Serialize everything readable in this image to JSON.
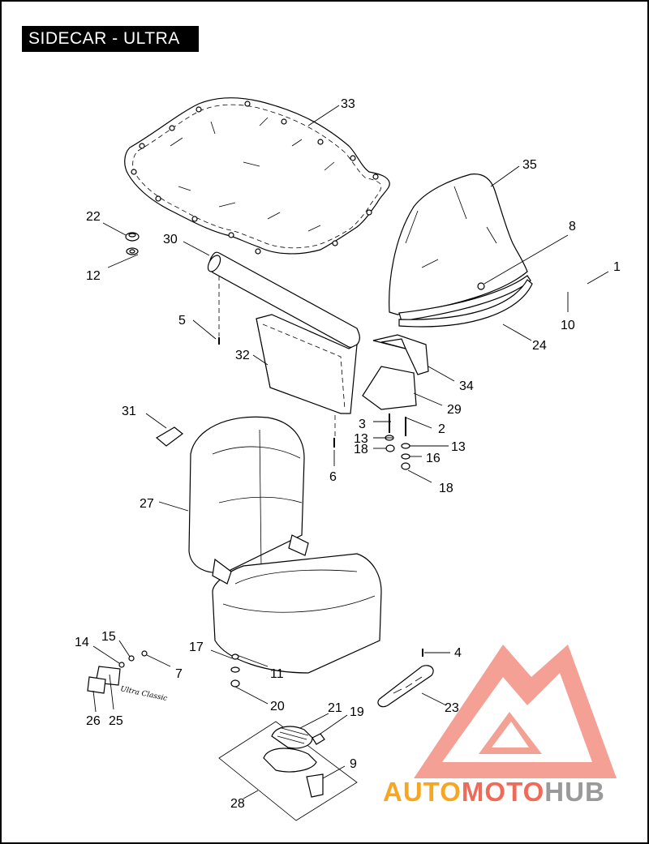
{
  "title": "SIDECAR - ULTRA",
  "callouts": [
    {
      "label": "1"
    },
    {
      "label": "2"
    },
    {
      "label": "3"
    },
    {
      "label": "4"
    },
    {
      "label": "5"
    },
    {
      "label": "6"
    },
    {
      "label": "7"
    },
    {
      "label": "8"
    },
    {
      "label": "9"
    },
    {
      "label": "10"
    },
    {
      "label": "11"
    },
    {
      "label": "12"
    },
    {
      "label": "13"
    },
    {
      "label": "13"
    },
    {
      "label": "14"
    },
    {
      "label": "15"
    },
    {
      "label": "16"
    },
    {
      "label": "17"
    },
    {
      "label": "18"
    },
    {
      "label": "18"
    },
    {
      "label": "19"
    },
    {
      "label": "20"
    },
    {
      "label": "21"
    },
    {
      "label": "22"
    },
    {
      "label": "23"
    },
    {
      "label": "24"
    },
    {
      "label": "25"
    },
    {
      "label": "26"
    },
    {
      "label": "27"
    },
    {
      "label": "28"
    },
    {
      "label": "29"
    },
    {
      "label": "30"
    },
    {
      "label": "31"
    },
    {
      "label": "32"
    },
    {
      "label": "33"
    },
    {
      "label": "34"
    },
    {
      "label": "35"
    }
  ],
  "emblem_script": "Ultra Classic",
  "watermark": {
    "text_part1": "AUTO",
    "text_part2": "MOTO",
    "text_part3": "HUB",
    "colors": {
      "orange": "#f6a623",
      "red": "#ee6b5a",
      "gray": "#9a9a9a"
    }
  }
}
